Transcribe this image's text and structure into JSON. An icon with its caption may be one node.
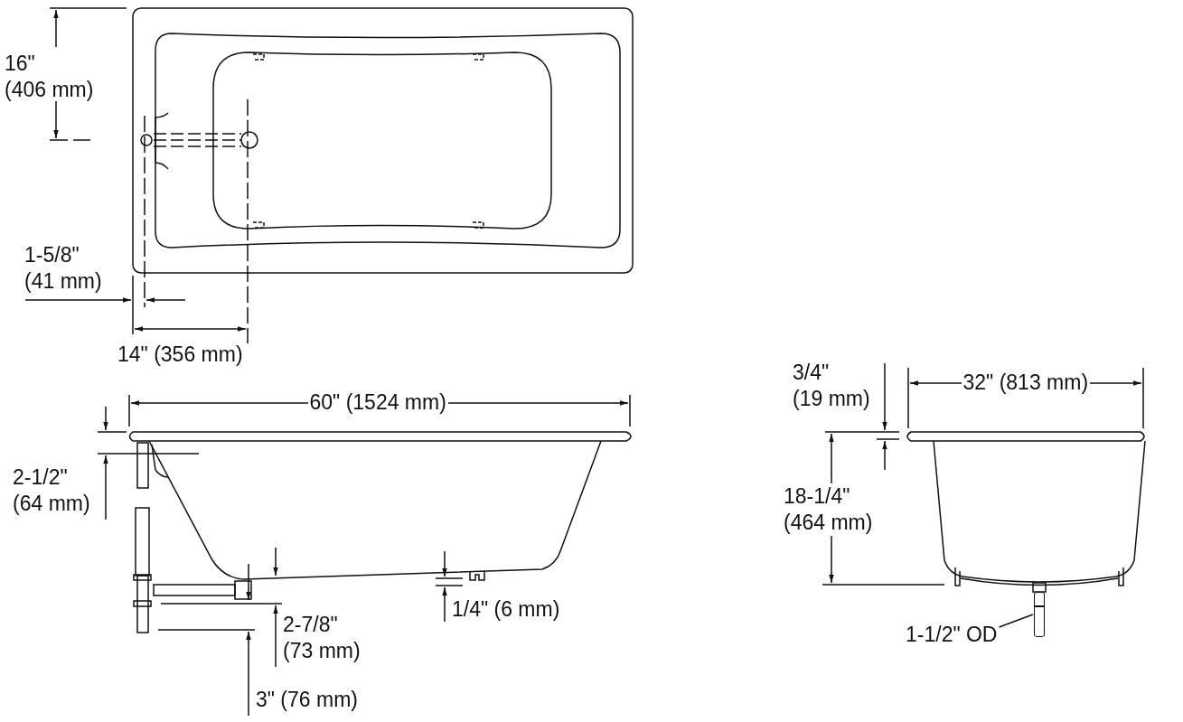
{
  "diagram": {
    "nodes": [
      {
        "text": [
          "1-1/2\" OD"
        ]
      },
      {
        "text": [],
        "shape": "cylinder"
      }
    ],
    "edges": [
      {
        "from": 0,
        "to": 1,
        "arrow": "none"
      }
    ],
    "labels": [
      "16\" (406 mm)",
      "1-5/8\" (41 mm)",
      "14\" (356 mm)",
      "3/4\" (19 mm)",
      "32\" (813 mm)",
      "60\" (1524 mm)",
      "2-1/2\" (64 mm)",
      "18-1/4\" (464 mm)",
      "1/4\" (6 mm)",
      "2-7/8\" (73 mm)",
      "3\" (76 mm)"
    ]
  }
}
